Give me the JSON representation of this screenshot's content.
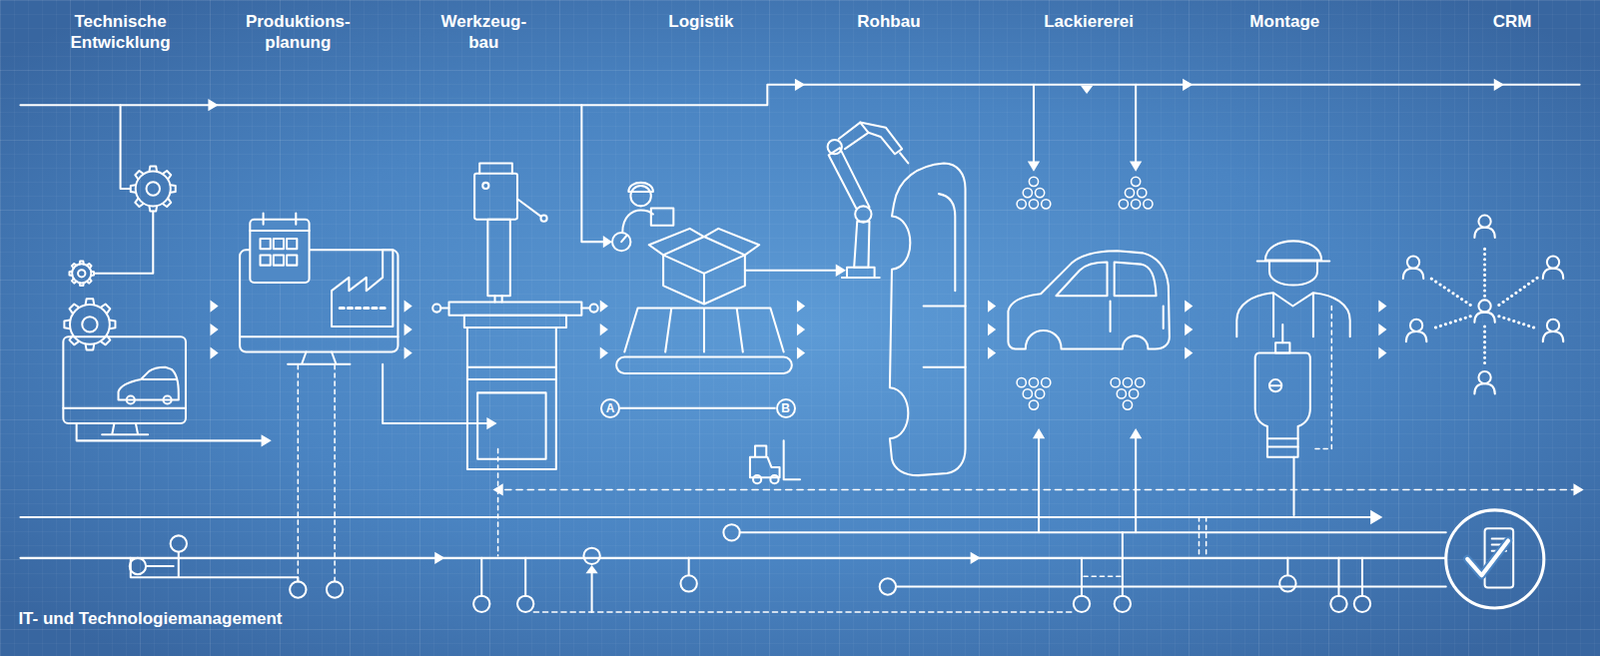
{
  "diagram": {
    "nodes": [
      {
        "text": [
          "A"
        ]
      },
      {
        "text": [
          "B"
        ]
      }
    ],
    "edges": [
      {
        "from": 0,
        "to": 1,
        "arrow": "none"
      }
    ],
    "labels": [
      "Technische Entwicklung",
      "Produktions- planung",
      "Werkzeug- bau",
      "Logistik",
      "Rohbau",
      "Lackiererei",
      "Montage",
      "CRM",
      "IT- und Technologiemanagement"
    ]
  }
}
